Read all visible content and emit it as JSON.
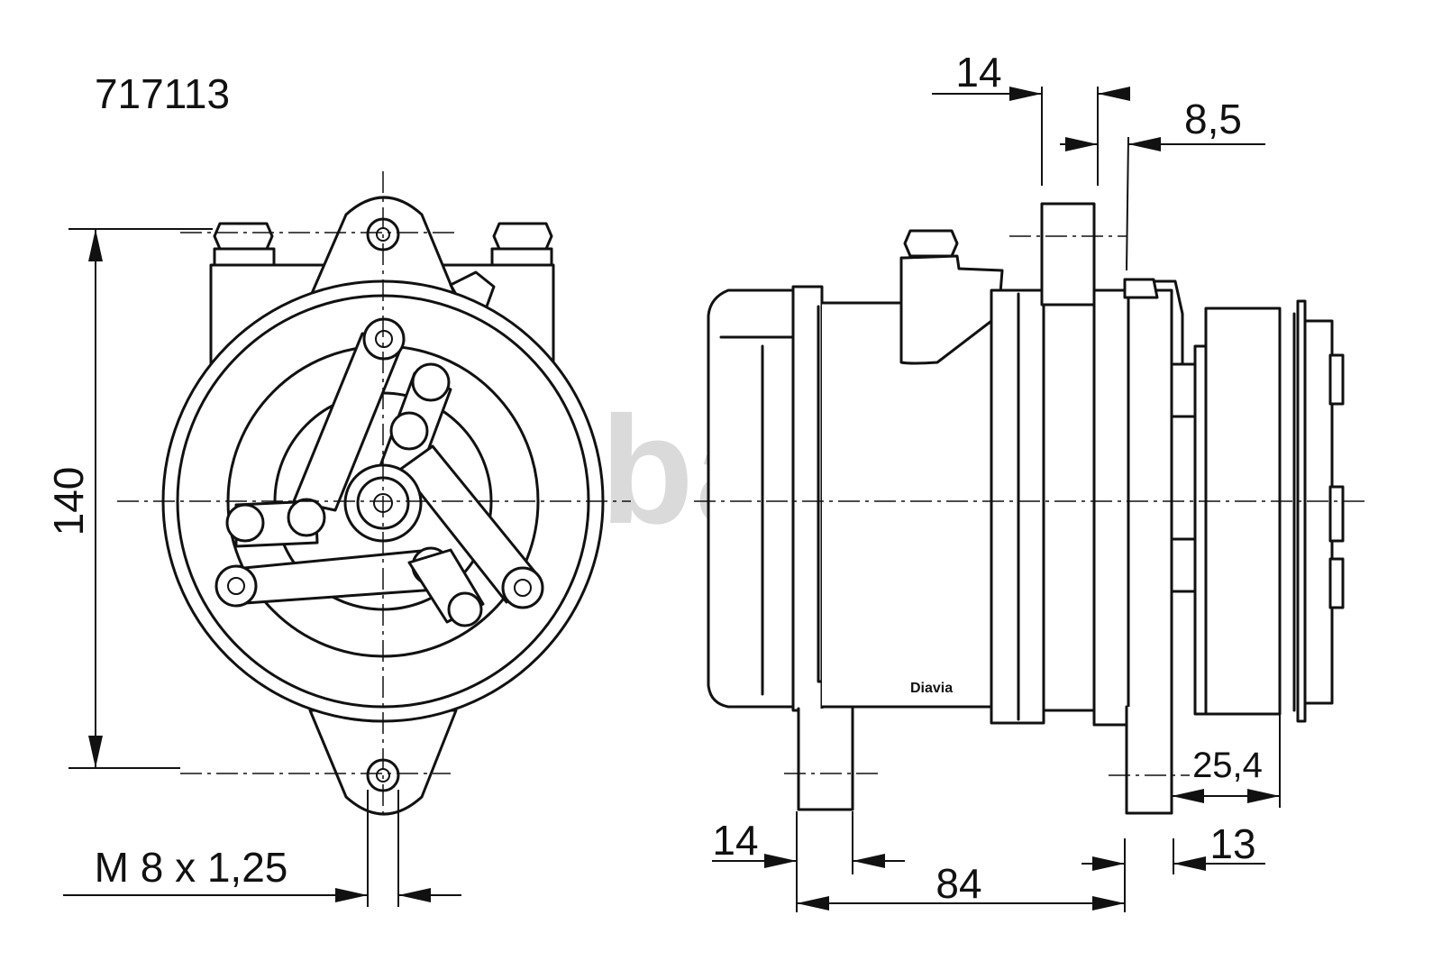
{
  "part_number": "717113",
  "dimensions": {
    "height": "140",
    "thread": "M 8 x 1,25",
    "top_width": "14",
    "top_offset": "8,5",
    "clutch_offset": "25,4",
    "foot_width": "14",
    "mount_span": "84",
    "rear_foot_offset": "13"
  },
  "labels": {
    "maker": "Diavia",
    "watermark": "Webasto"
  }
}
